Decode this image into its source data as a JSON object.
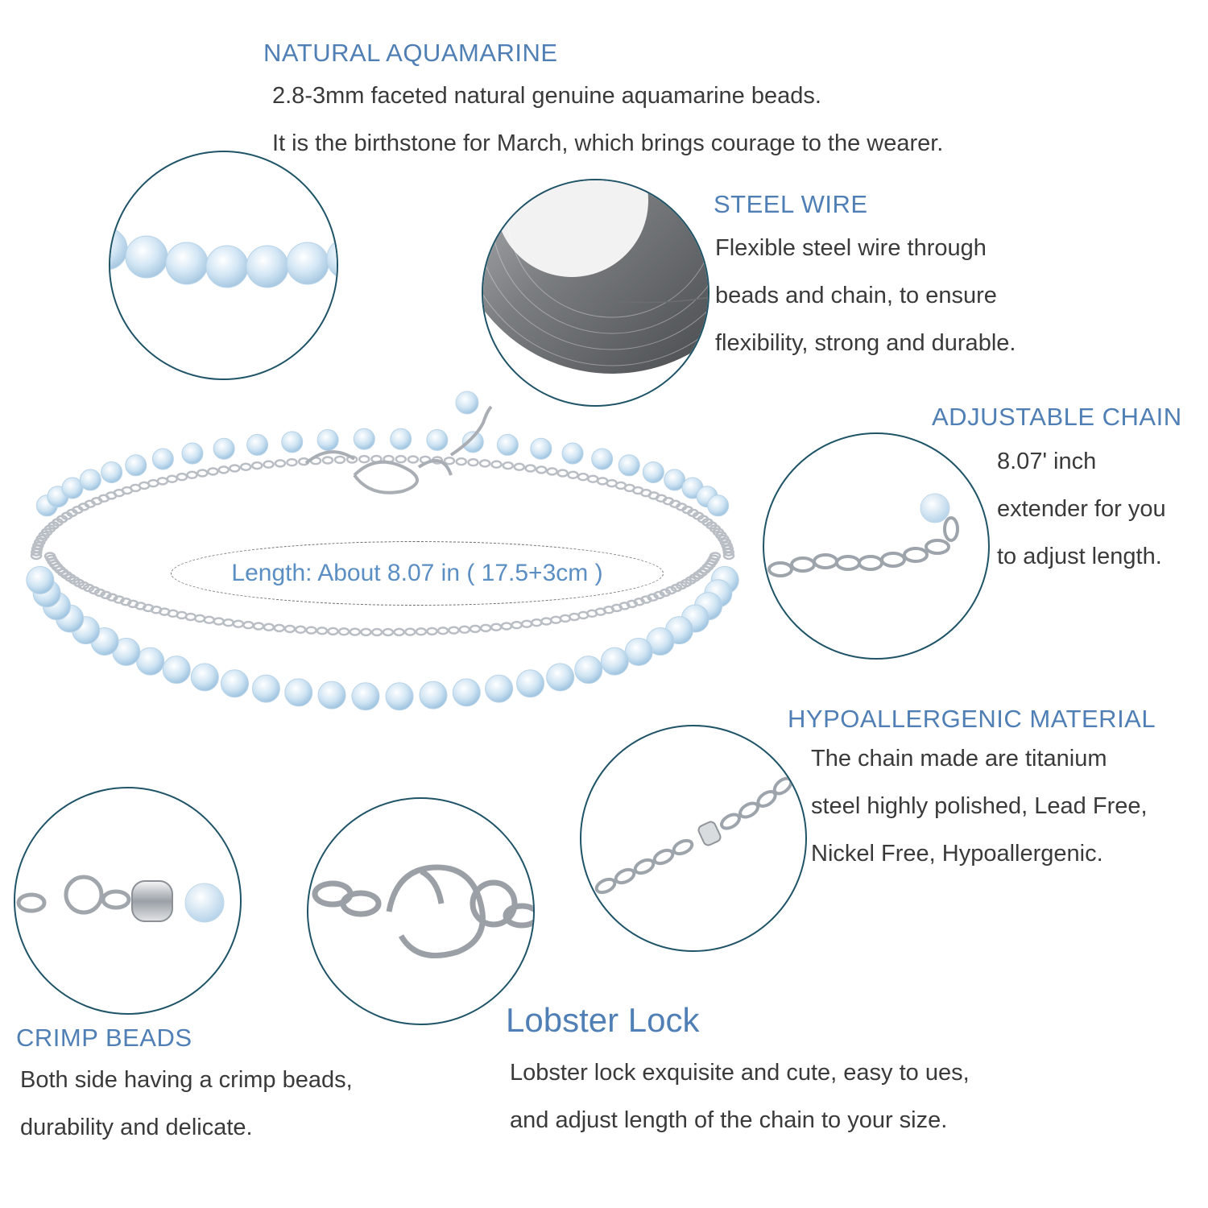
{
  "colors": {
    "heading": "#4f7fb4",
    "body_text": "#3a3a3a",
    "circle_border": "#1f5468",
    "bead": "#cfe4f3",
    "chain": "#b9bec5"
  },
  "aquamarine": {
    "heading": "NATURAL AQUAMARINE",
    "lines": [
      "2.8-3mm faceted natural genuine aquamarine beads.",
      "It is the birthstone for March, which brings courage to the wearer."
    ]
  },
  "steel_wire": {
    "heading": "STEEL WIRE",
    "lines": [
      "Flexible steel wire through",
      "beads and chain, to ensure",
      "flexibility, strong and durable."
    ]
  },
  "adjustable_chain": {
    "heading": "ADJUSTABLE CHAIN",
    "lines": [
      "8.07' inch",
      "extender for you",
      "to adjust length."
    ]
  },
  "length_label": "Length: About 8.07 in ( 17.5+3cm )",
  "hypoallergenic": {
    "heading": "HYPOALLERGENIC MATERIAL",
    "lines": [
      "The chain made are titanium",
      "steel highly polished, Lead Free,",
      "Nickel Free, Hypoallergenic."
    ]
  },
  "crimp_beads": {
    "heading": "CRIMP BEADS",
    "lines": [
      "Both side having a crimp beads,",
      "durability and delicate."
    ]
  },
  "lobster_lock": {
    "heading": "Lobster Lock",
    "lines": [
      "Lobster lock exquisite and cute, easy to ues,",
      "and adjust length of the chain to your size."
    ]
  },
  "icons": {
    "circle_beads": "aquamarine-beads-closeup-icon",
    "circle_wire": "steel-wire-spool-icon",
    "circle_extender": "extender-chain-closeup-icon",
    "circle_chain": "titanium-chain-closeup-icon",
    "circle_crimp": "crimp-bead-closeup-icon",
    "circle_lobster": "lobster-clasp-closeup-icon",
    "bracelet": "double-layer-bracelet-icon"
  }
}
